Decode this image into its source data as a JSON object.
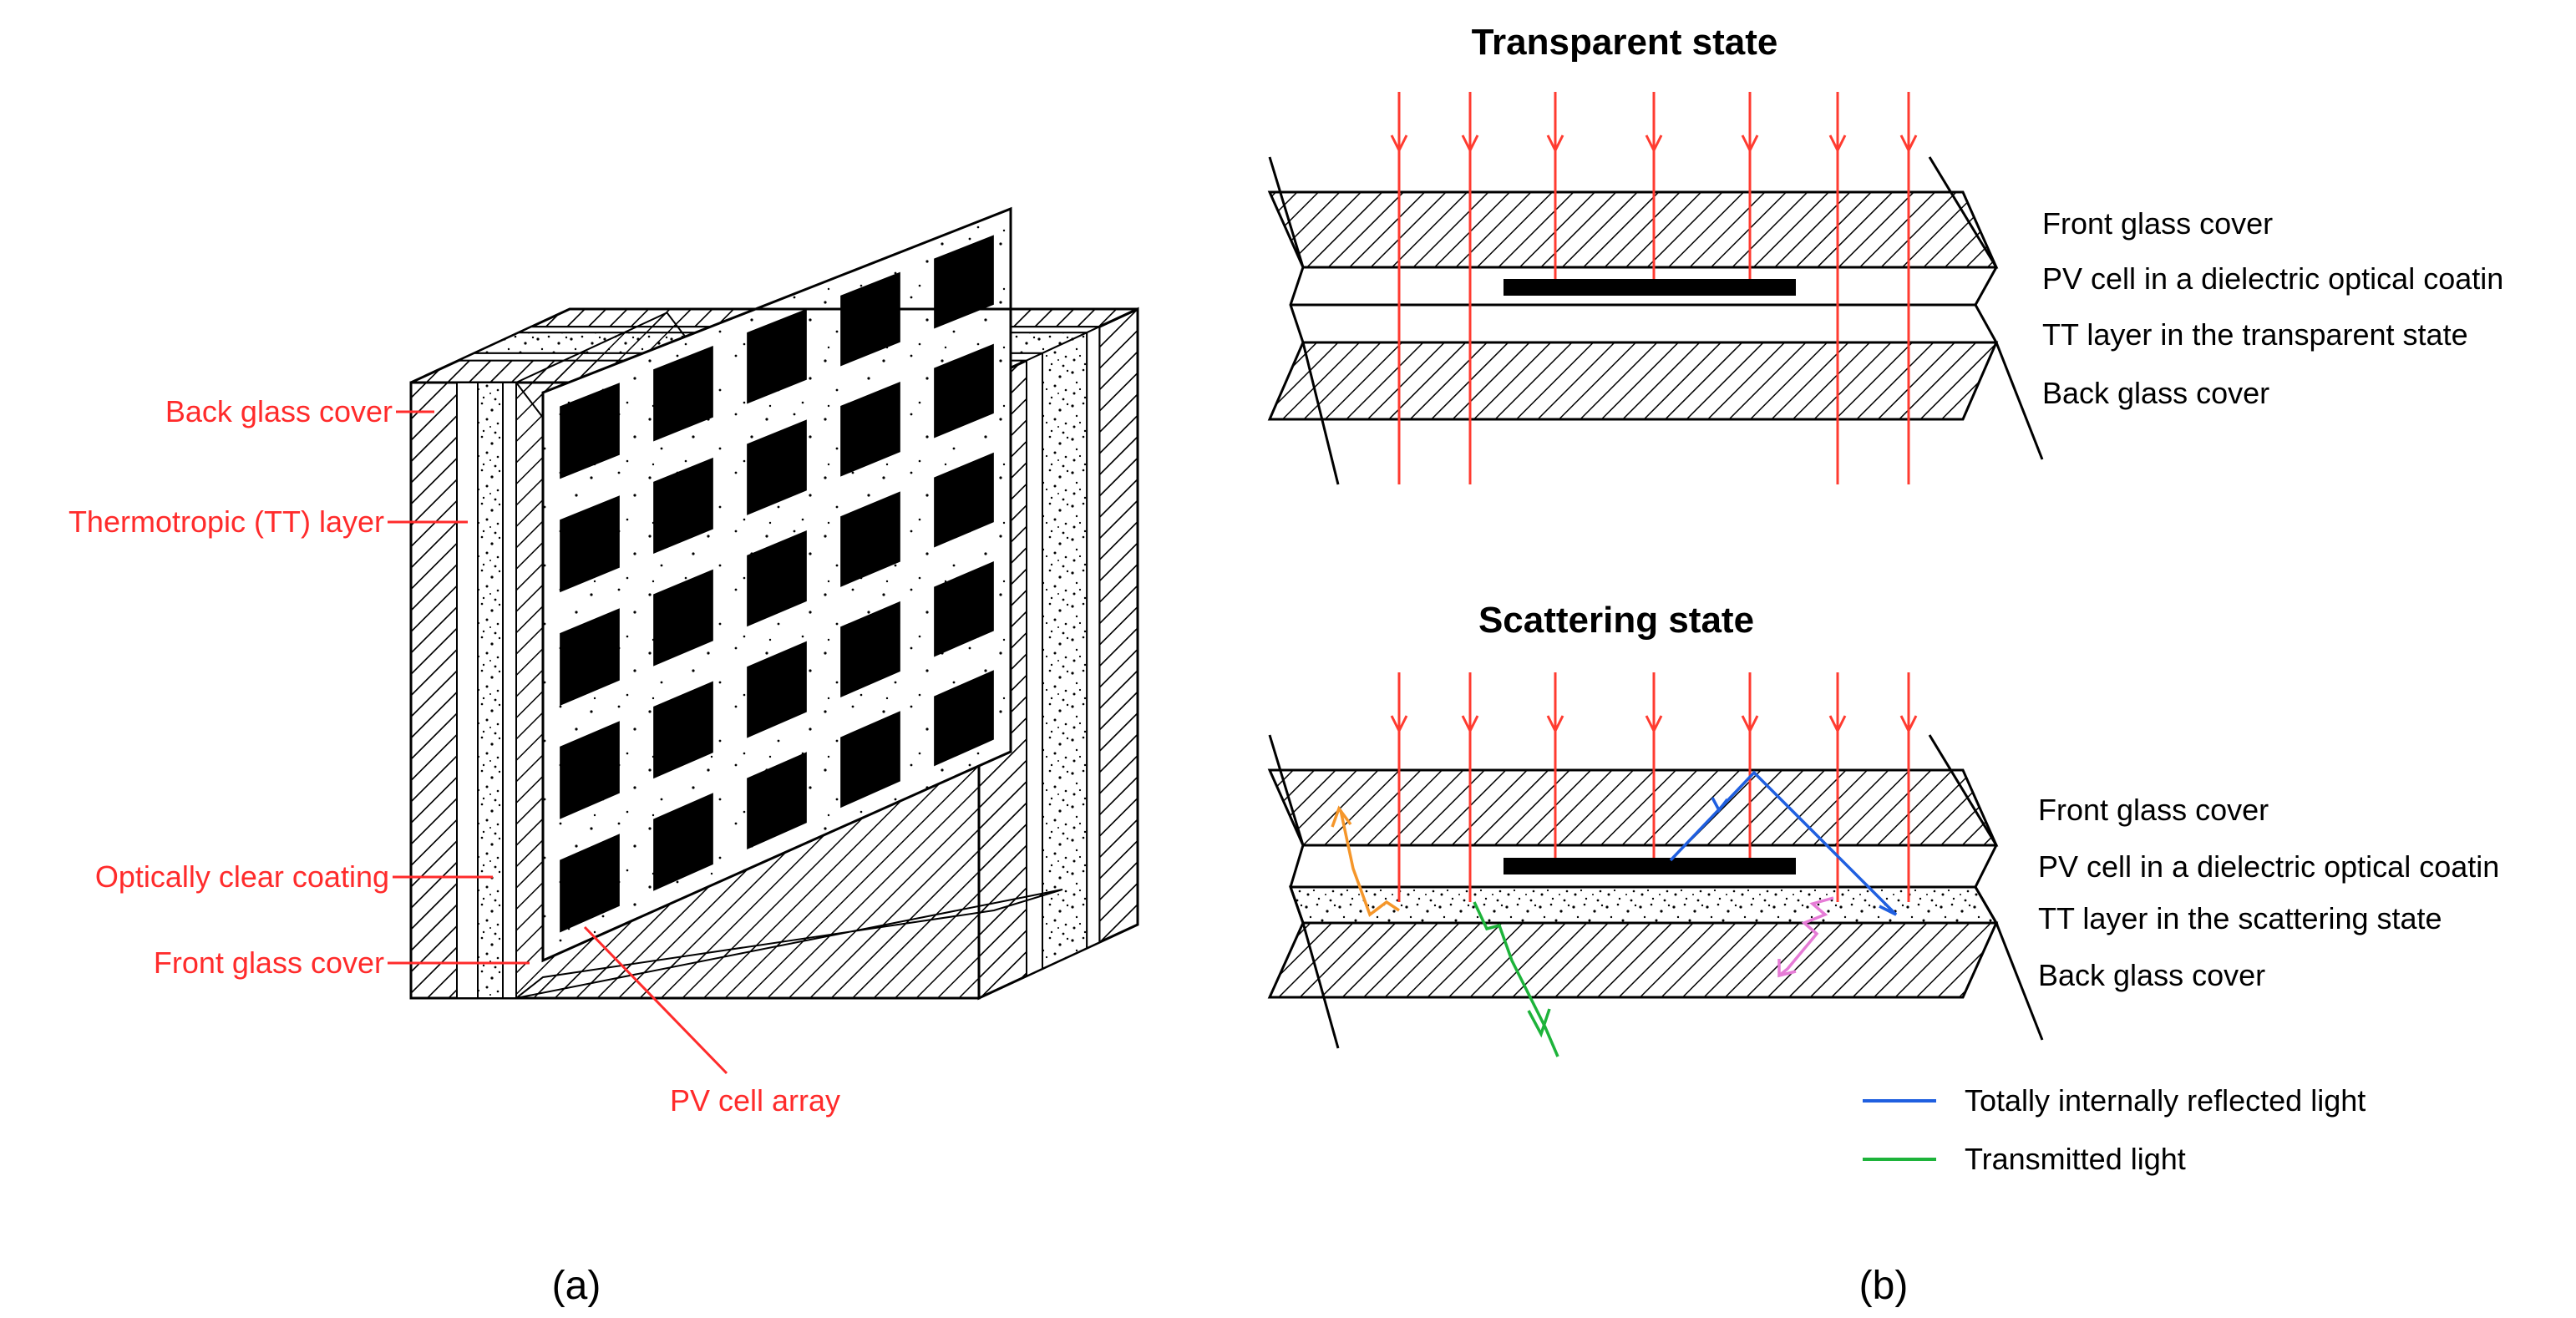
{
  "panel_a": {
    "caption": "(a)",
    "labels": {
      "back_glass": "Back glass cover",
      "tt_layer": "Thermotropic (TT) layer",
      "optically_clear": "Optically clear coating",
      "front_glass": "Front glass cover",
      "pv_array": "PV cell array"
    }
  },
  "panel_b": {
    "caption": "(b)",
    "transparent": {
      "title": "Transparent state",
      "labels": {
        "front_glass": "Front glass cover",
        "pv_cell": "PV cell in a dielectric optical coatin",
        "tt_layer": "TT layer in the transparent state",
        "back_glass": "Back glass cover"
      }
    },
    "scattering": {
      "title": "Scattering state",
      "labels": {
        "front_glass": "Front glass cover",
        "pv_cell": "PV cell in a dielectric optical coatin",
        "tt_layer": "TT layer in the scattering state",
        "back_glass": "Back glass cover"
      }
    },
    "legend": {
      "tir": "Totally internally reflected light",
      "transmitted": "Transmitted light"
    }
  },
  "colors": {
    "label_red": "#ff2b2b",
    "ray_red": "#ff3b30",
    "tir_blue": "#1f5fe0",
    "transmitted_green": "#1db33a",
    "orange": "#f5962a",
    "pink": "#e67bd6",
    "ink": "#000000"
  }
}
